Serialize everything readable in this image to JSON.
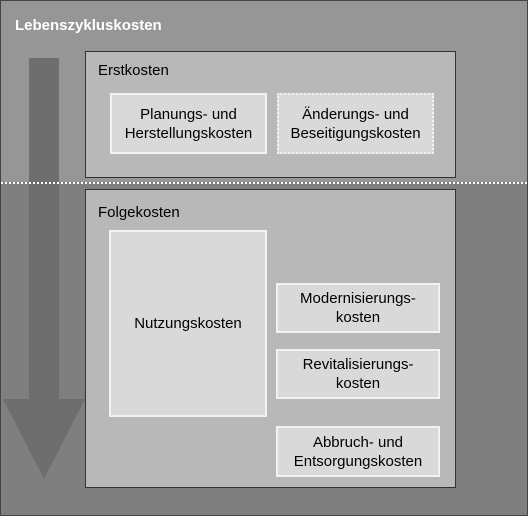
{
  "diagram": {
    "title": "Lebenszykluskosten",
    "colors": {
      "top_band": "#969696",
      "bottom_band": "#7f7f7f",
      "arrow": "#6e6e6e",
      "panel": "#b8b8b8",
      "box": "#d9d9d9",
      "box_border": "#f2f2f2"
    },
    "erstkosten": {
      "title": "Erstkosten",
      "boxes": [
        {
          "lines": [
            "Planungs- und",
            "Herstellungskosten"
          ],
          "border": "solid"
        },
        {
          "lines": [
            "Änderungs- und",
            "Beseitigungskosten"
          ],
          "border": "dotted"
        }
      ]
    },
    "folgekosten": {
      "title": "Folgekosten",
      "boxes": [
        {
          "lines": [
            "Nutzungskosten"
          ]
        },
        {
          "lines": [
            "Modernisierungs-",
            "kosten"
          ]
        },
        {
          "lines": [
            "Revitalisierungs-",
            "kosten"
          ]
        },
        {
          "lines": [
            "Abbruch- und",
            "Entsorgungskosten"
          ]
        }
      ]
    }
  }
}
